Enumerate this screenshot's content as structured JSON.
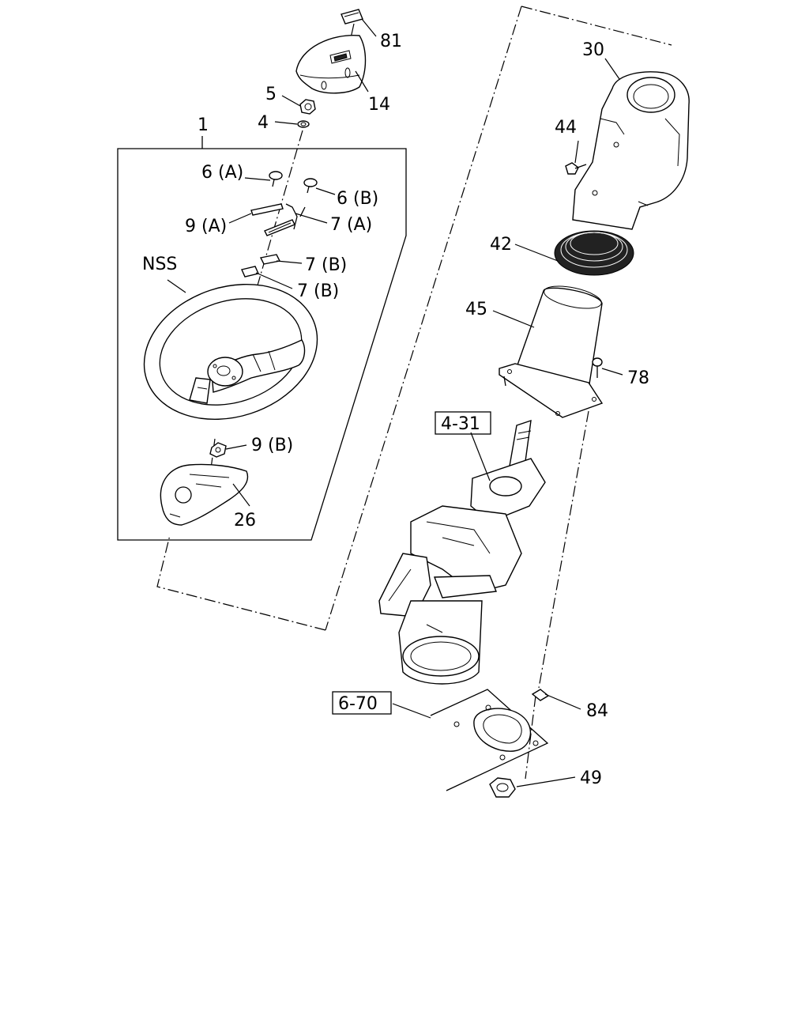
{
  "callouts": {
    "c81": "81",
    "c14": "14",
    "c5": "5",
    "c4": "4",
    "c1": "1",
    "c6a": "6 (A)",
    "c6b": "6 (B)",
    "c9a": "9 (A)",
    "c7a": "7 (A)",
    "c7b1": "7 (B)",
    "c7b2": "7 (B)",
    "nss": "NSS",
    "c9b": "9 (B)",
    "c26": "26",
    "c30": "30",
    "c44": "44",
    "c42": "42",
    "c45": "45",
    "c78": "78",
    "c84": "84",
    "c49": "49"
  },
  "references": {
    "r431": "4-31",
    "r670": "6-70"
  }
}
